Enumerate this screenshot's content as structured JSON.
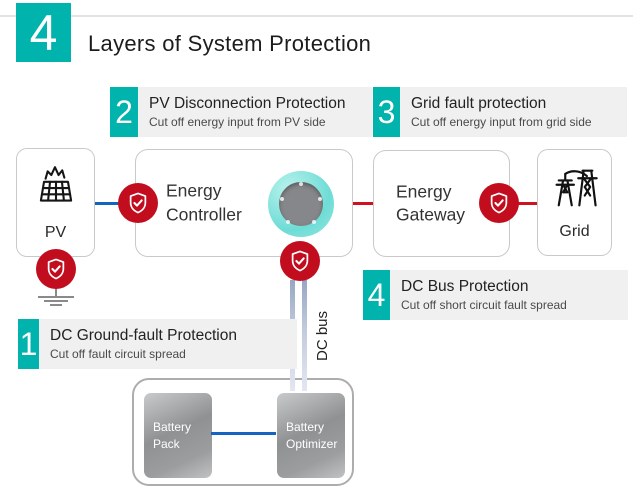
{
  "header": {
    "number": "4",
    "title": "Layers of System Protection"
  },
  "callouts": {
    "c1": {
      "number": "1",
      "title": "DC Ground-fault Protection",
      "subtitle": "Cut off fault circuit spread"
    },
    "c2": {
      "number": "2",
      "title": "PV Disconnection Protection",
      "subtitle": "Cut off energy input from PV side"
    },
    "c3": {
      "number": "3",
      "title": "Grid fault protection",
      "subtitle": "Cut off energy input from grid side"
    },
    "c4": {
      "number": "4",
      "title": "DC Bus Protection",
      "subtitle": "Cut off short circuit fault spread"
    }
  },
  "nodes": {
    "pv": {
      "label": "PV"
    },
    "controller": {
      "label": "Energy\nController"
    },
    "gateway": {
      "label": "Energy\nGateway"
    },
    "grid": {
      "label": "Grid"
    },
    "battery_pack": {
      "label": "Battery\nPack"
    },
    "battery_optimizer": {
      "label": "Battery\nOptimizer"
    },
    "dc_bus": {
      "label": "DC bus"
    }
  },
  "icons": {
    "pv": "solar-panel-icon",
    "grid": "transmission-tower-icon",
    "protection": "shield-check-icon",
    "ground": "ground-icon",
    "controller_device": "control-knob-icon"
  },
  "colors": {
    "accent_teal": "#00b3ac",
    "badge_red": "#c10d1e",
    "line_blue": "#1565c0",
    "line_red": "#d01220",
    "callout_bg": "#f0f0f0"
  }
}
